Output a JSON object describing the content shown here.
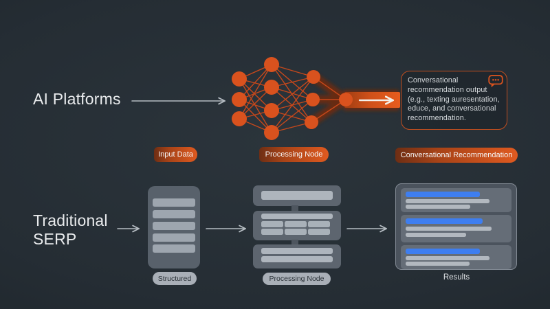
{
  "ai_row": {
    "title": "AI Platforms",
    "output_box": {
      "text": "Conversational recommendation output (e.g., texting auresentation, educe, and conversational recommendation.",
      "icon": "chat-ellipsis"
    },
    "labels": {
      "input": "Input Data",
      "processing": "Processing Node",
      "output": "Conversational Recommendation"
    }
  },
  "serp_row": {
    "title": "Traditional SERP",
    "labels": {
      "input": "Structured",
      "processing": "Processing Node",
      "output": "Results"
    }
  },
  "colors": {
    "accent_orange": "#d8521e",
    "edge_orange": "#c7481b",
    "result_blue": "#3e7ef0",
    "box_gray": "#5d656f",
    "arrow_gray": "#b6bdc3",
    "background": "#242d33"
  },
  "diagram": {
    "type": "comparison-flow",
    "network_layers": [
      3,
      4,
      3,
      1
    ]
  }
}
